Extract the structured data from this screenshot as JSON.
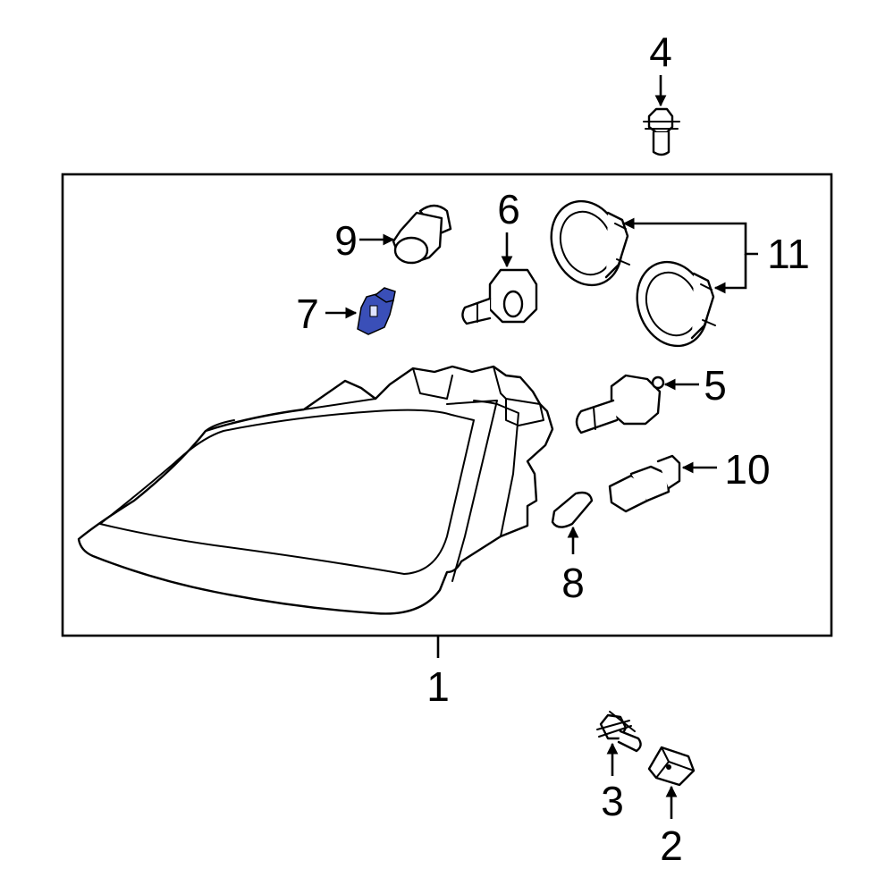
{
  "diagram": {
    "highlight_color": "#3a4fb8",
    "callouts": {
      "c1": "1",
      "c2": "2",
      "c3": "3",
      "c4": "4",
      "c5": "5",
      "c6": "6",
      "c7": "7",
      "c8": "8",
      "c9": "9",
      "c10": "10",
      "c11": "11"
    },
    "highlighted_part": "7"
  }
}
